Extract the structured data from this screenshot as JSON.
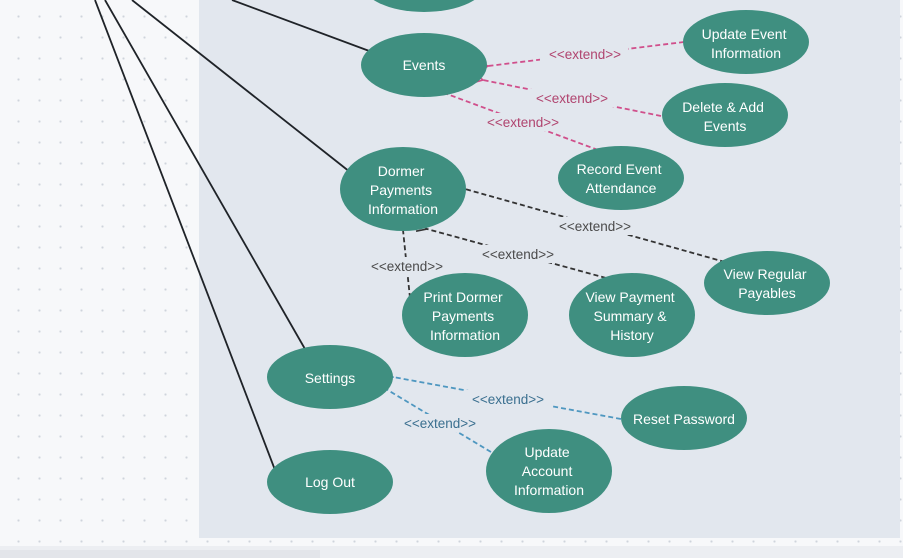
{
  "colors": {
    "use_case_fill": "#3f8f80",
    "use_case_text": "#ffffff",
    "association_line": "#1f2328",
    "extend_pink": "#d04f8b",
    "extend_dark": "#333333",
    "extend_blue": "#4e97c0",
    "label_pink": "#b0446f",
    "label_dark": "#4a4a4a",
    "label_blue": "#3a6f8f"
  },
  "use_cases": {
    "events": {
      "lines": [
        "Events"
      ]
    },
    "update_event_information": {
      "lines": [
        "Update Event",
        "Information"
      ]
    },
    "delete_add_events": {
      "lines": [
        "Delete & Add",
        "Events"
      ]
    },
    "record_event_attendance": {
      "lines": [
        "Record Event",
        "Attendance"
      ]
    },
    "dormer_payments_information": {
      "lines": [
        "Dormer",
        "Payments",
        "Information"
      ]
    },
    "view_regular_payables": {
      "lines": [
        "View Regular",
        "Payables"
      ]
    },
    "view_payment_summary_history": {
      "lines": [
        "View Payment",
        "Summary &",
        "History"
      ]
    },
    "print_dormer_payments_information": {
      "lines": [
        "Print Dormer",
        "Payments",
        "Information"
      ]
    },
    "settings": {
      "lines": [
        "Settings"
      ]
    },
    "reset_password": {
      "lines": [
        "Reset Password"
      ]
    },
    "update_account_information": {
      "lines": [
        "Update",
        "Account",
        "Information"
      ]
    },
    "log_out": {
      "lines": [
        "Log Out"
      ]
    }
  },
  "extend_label": "<<extend>>"
}
